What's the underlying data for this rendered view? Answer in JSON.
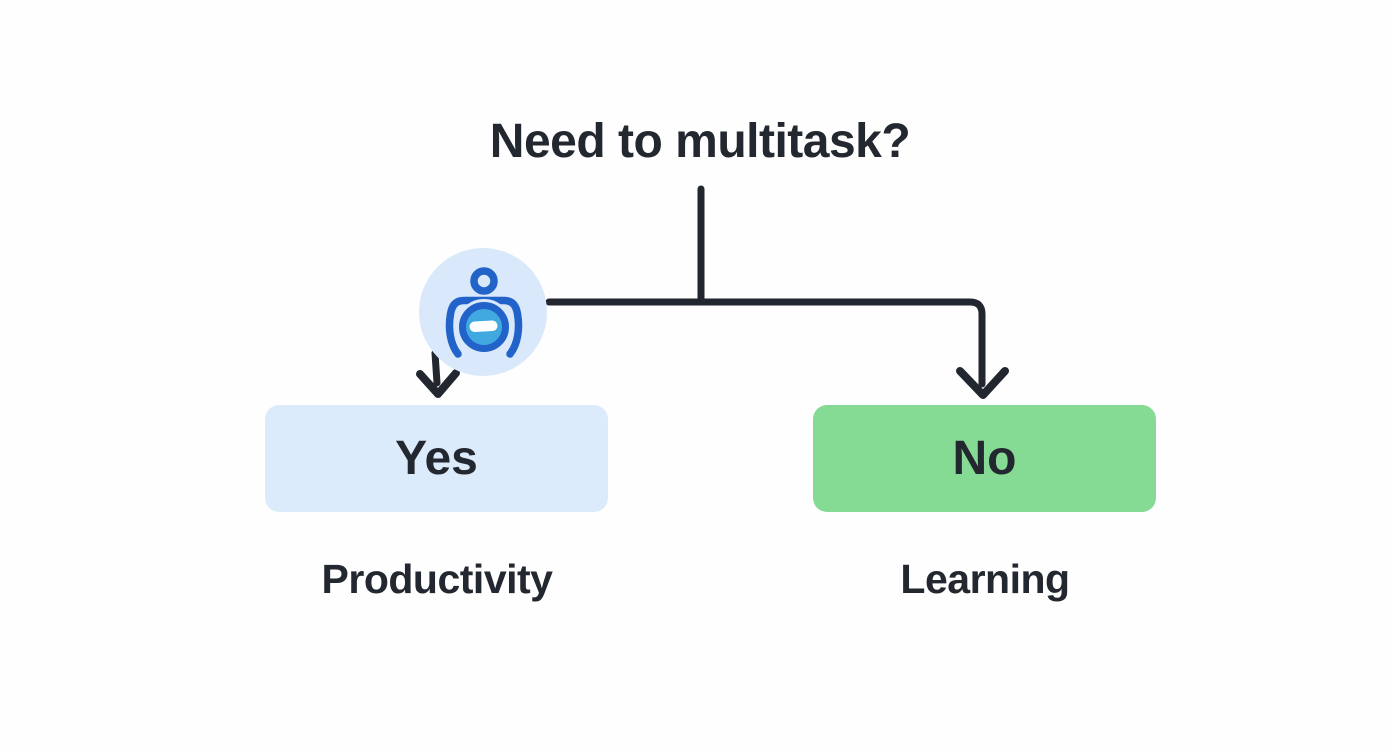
{
  "diagram": {
    "title": "Need to multitask?",
    "question_node": {
      "icon": "multitasking-person-icon"
    },
    "branches": [
      {
        "answer": "Yes",
        "outcome": "Productivity",
        "fill": "#dcebfb"
      },
      {
        "answer": "No",
        "outcome": "Learning",
        "fill": "#86db94"
      }
    ]
  },
  "colors": {
    "text": "#23272f",
    "line": "#22262e",
    "yes_fill": "#dcebfb",
    "no_fill": "#86db94",
    "icon_bg": "#d9e8fa",
    "icon_stroke": "#2163c8",
    "icon_inner": "#41a8e0"
  }
}
